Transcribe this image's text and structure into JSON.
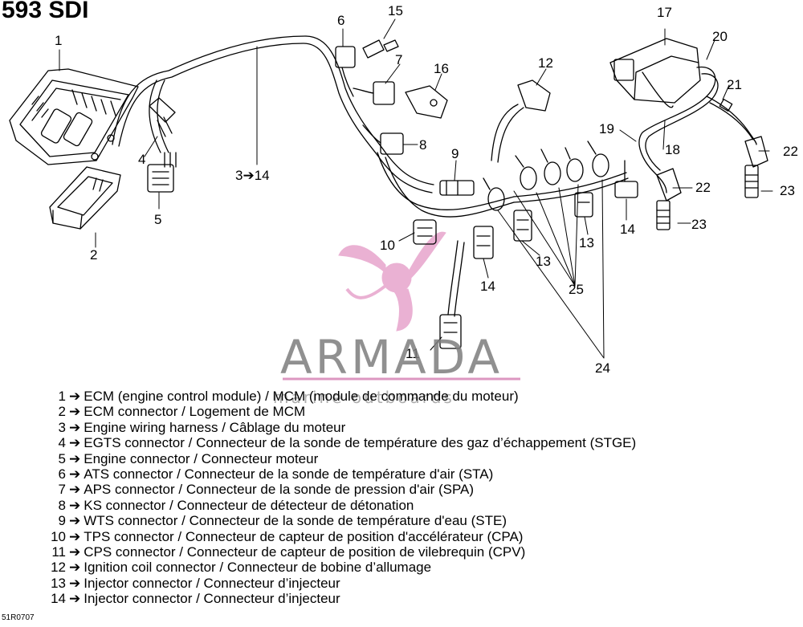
{
  "title": "593 SDI",
  "arrow_glyph": "➔",
  "callouts": [
    {
      "id": "c1",
      "text": "1"
    },
    {
      "id": "c2",
      "text": "2"
    },
    {
      "id": "c3",
      "text": "3➔14"
    },
    {
      "id": "c4",
      "text": "4"
    },
    {
      "id": "c5",
      "text": "5"
    },
    {
      "id": "c6",
      "text": "6"
    },
    {
      "id": "c7",
      "text": "7"
    },
    {
      "id": "c8",
      "text": "8"
    },
    {
      "id": "c9",
      "text": "9"
    },
    {
      "id": "c10",
      "text": "10"
    },
    {
      "id": "c11",
      "text": "11"
    },
    {
      "id": "c12",
      "text": "12"
    },
    {
      "id": "c13a",
      "text": "13"
    },
    {
      "id": "c13b",
      "text": "13"
    },
    {
      "id": "c14a",
      "text": "14"
    },
    {
      "id": "c14b",
      "text": "14"
    },
    {
      "id": "c15",
      "text": "15"
    },
    {
      "id": "c16",
      "text": "16"
    },
    {
      "id": "c17",
      "text": "17"
    },
    {
      "id": "c18",
      "text": "18"
    },
    {
      "id": "c19",
      "text": "19"
    },
    {
      "id": "c20",
      "text": "20"
    },
    {
      "id": "c21",
      "text": "21"
    },
    {
      "id": "c22a",
      "text": "22"
    },
    {
      "id": "c22b",
      "text": "22"
    },
    {
      "id": "c23a",
      "text": "23"
    },
    {
      "id": "c23b",
      "text": "23"
    },
    {
      "id": "c24",
      "text": "24"
    },
    {
      "id": "c25",
      "text": "25"
    }
  ],
  "watermark": {
    "word": "ARMADA",
    "subtitle": "marine outboards",
    "colors": {
      "logo": "#e8a9cf",
      "text": "#7d7d7d"
    }
  },
  "legend": [
    {
      "num": "1",
      "text": "ECM (engine control module) / MCM (module de commande du moteur)"
    },
    {
      "num": "2",
      "text": "ECM connector / Logement de MCM"
    },
    {
      "num": "3",
      "text": "Engine wiring harness / Câblage du moteur"
    },
    {
      "num": "4",
      "text": "EGTS connector / Connecteur de la sonde de température des gaz d’échappement (STGE)"
    },
    {
      "num": "5",
      "text": "Engine connector / Connecteur moteur"
    },
    {
      "num": "6",
      "text": "ATS connector / Connecteur de la sonde de température d'air (STA)"
    },
    {
      "num": "7",
      "text": "APS connector / Connecteur de la sonde de pression d'air (SPA)"
    },
    {
      "num": "8",
      "text": "KS connector / Connecteur de détecteur de détonation"
    },
    {
      "num": "9",
      "text": "WTS connector / Connecteur de la sonde de température d'eau (STE)"
    },
    {
      "num": "10",
      "text": "TPS connector / Connecteur de capteur de position d'accélérateur (CPA)"
    },
    {
      "num": "11",
      "text": "CPS connector / Connecteur  de capteur de position de vilebrequin (CPV)"
    },
    {
      "num": "12",
      "text": "Ignition coil connector / Connecteur de bobine d’allumage"
    },
    {
      "num": "13",
      "text": "Injector connector / Connecteur d’injecteur"
    },
    {
      "num": "14",
      "text": "Injector connector / Connecteur d’injecteur"
    }
  ],
  "reference_code": "51R0707"
}
